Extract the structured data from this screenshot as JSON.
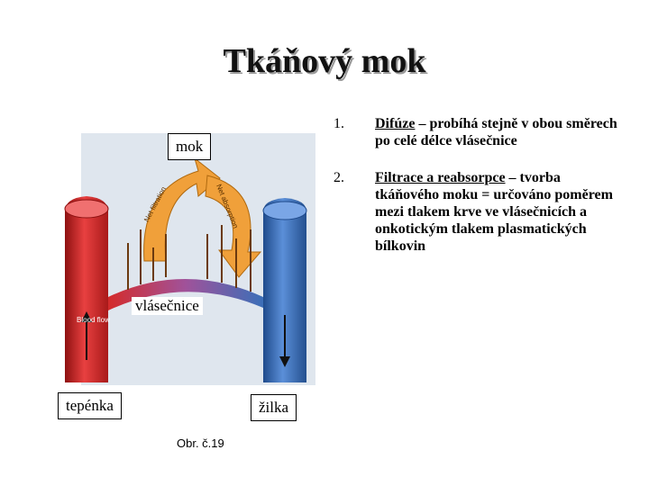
{
  "title": "Tkáňový mok",
  "diagram": {
    "labels": {
      "mok": "mok",
      "vlasecnice": "vlásečnice",
      "tepenka": "tepénka",
      "zilka": "žilka"
    },
    "arrow_texts": {
      "left": "Net filtration",
      "right": "Net absorption"
    },
    "blood_text": "Blood flow",
    "colors": {
      "artery": "#d42b2b",
      "vein": "#3b6fb8",
      "arrow": "#f0a03a"
    }
  },
  "caption": "Obr. č.19",
  "list": [
    {
      "number": "1.",
      "term": "Difúze",
      "rest": " – probíhá stejně v obou směrech po celé délce vlásečnice"
    },
    {
      "number": "2.",
      "term": "Filtrace a reabsorpce",
      "rest": " – tvorba tkáňového moku = určováno poměrem mezi tlakem krve ve vlásečnicích a onkotickým tlakem plasmatických bílkovin"
    }
  ]
}
